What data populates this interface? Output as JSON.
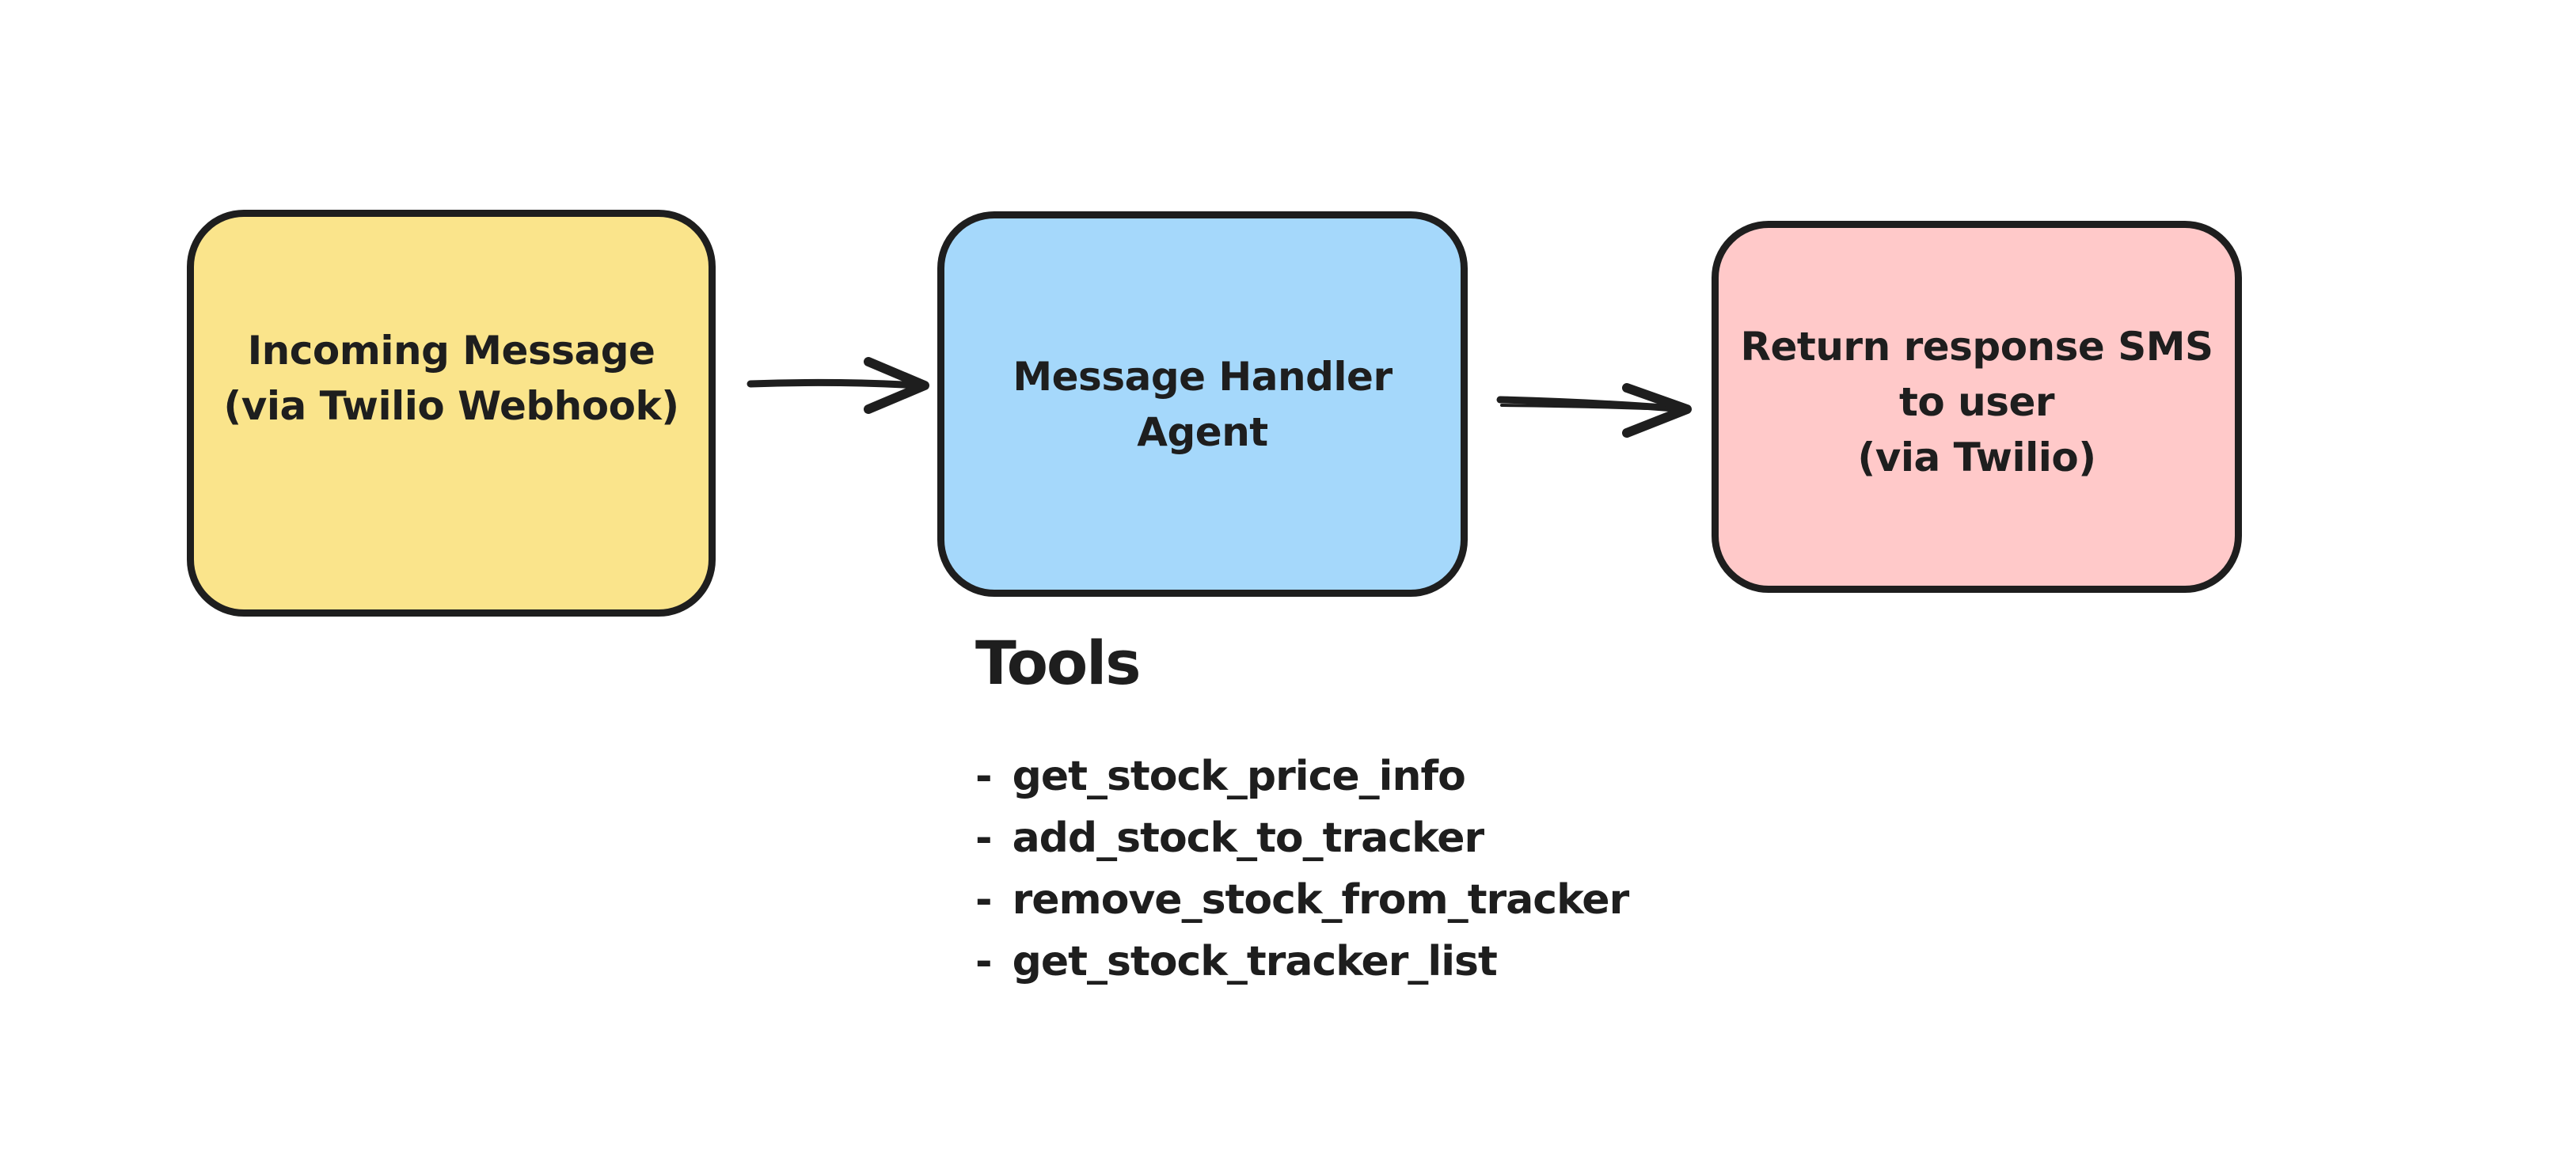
{
  "page": {
    "background": "#ffffff"
  },
  "diagram": {
    "stroke": "#1e1e1e",
    "nodes": [
      {
        "id": "incoming-message",
        "fill": "#FAE48B",
        "lines": [
          "Incoming Message",
          "(via Twilio Webhook)"
        ]
      },
      {
        "id": "message-handler-agent",
        "fill": "#A5D8FB",
        "lines": [
          "Message Handler",
          "Agent"
        ]
      },
      {
        "id": "return-response-sms",
        "fill": "#FFC9C9",
        "lines": [
          "Return response SMS",
          "to user",
          "(via Twilio)"
        ]
      }
    ],
    "arrows": [
      {
        "id": "incoming-to-handler",
        "from": "incoming-message",
        "to": "message-handler-agent",
        "direction": "right"
      },
      {
        "id": "handler-to-return",
        "from": "message-handler-agent",
        "to": "return-response-sms",
        "direction": "right"
      }
    ],
    "tools": {
      "title": "Tools",
      "bullet": "-",
      "items": [
        "get_stock_price_info",
        "add_stock_to_tracker",
        "remove_stock_from_tracker",
        "get_stock_tracker_list"
      ]
    }
  }
}
